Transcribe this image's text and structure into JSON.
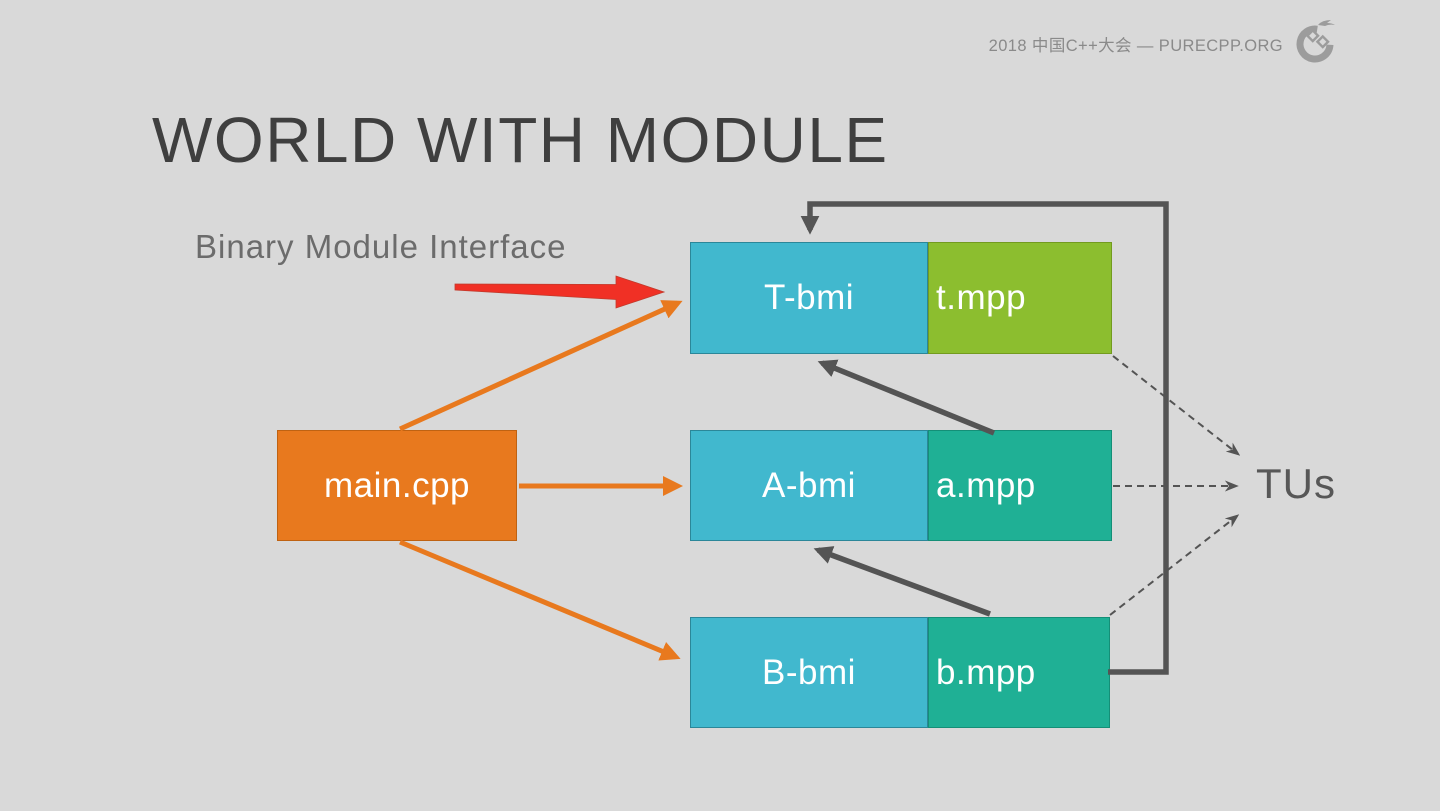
{
  "header": {
    "conference_label": "2018 中国C++大会 — PURECPP.ORG",
    "logo_name": "purecpp-logo"
  },
  "slide": {
    "title": "WORLD WITH MODULE",
    "annotation": "Binary Module Interface",
    "tus_label": "TUs"
  },
  "diagram": {
    "nodes": {
      "main": {
        "label": "main.cpp",
        "color": "#E8791E"
      },
      "t_bmi": {
        "label": "T-bmi",
        "color": "#41B8CE"
      },
      "t_mpp": {
        "label": "t.mpp",
        "color": "#8CBE2F"
      },
      "a_bmi": {
        "label": "A-bmi",
        "color": "#41B8CE"
      },
      "a_mpp": {
        "label": "a.mpp",
        "color": "#1FB095"
      },
      "b_bmi": {
        "label": "B-bmi",
        "color": "#41B8CE"
      },
      "b_mpp": {
        "label": "b.mpp",
        "color": "#1FB095"
      }
    },
    "edges": [
      {
        "from": "main.cpp",
        "to": "T-bmi",
        "style": "solid-orange"
      },
      {
        "from": "main.cpp",
        "to": "A-bmi",
        "style": "solid-orange"
      },
      {
        "from": "main.cpp",
        "to": "B-bmi",
        "style": "solid-orange"
      },
      {
        "from": "a.mpp",
        "to": "T-bmi",
        "style": "solid-gray"
      },
      {
        "from": "b.mpp",
        "to": "A-bmi",
        "style": "solid-gray"
      },
      {
        "from": "b.mpp",
        "to": "T-bmi",
        "style": "solid-gray-loop"
      },
      {
        "from": "t.mpp",
        "to": "TUs",
        "style": "dashed-gray"
      },
      {
        "from": "a.mpp",
        "to": "TUs",
        "style": "dashed-gray"
      },
      {
        "from": "b.mpp",
        "to": "TUs",
        "style": "dashed-gray"
      },
      {
        "from": "Binary Module Interface",
        "to": "T-bmi",
        "style": "red-callout"
      }
    ],
    "colors": {
      "background": "#D9D9D9",
      "title_text": "#3F3F3F",
      "annotation_text": "#6C6C6C",
      "header_text": "#8A8A8A",
      "tus_text": "#575757",
      "arrow_orange": "#E8791E",
      "arrow_gray": "#545454",
      "arrow_red": "#F03025",
      "box_text": "#FFFFFF"
    }
  }
}
